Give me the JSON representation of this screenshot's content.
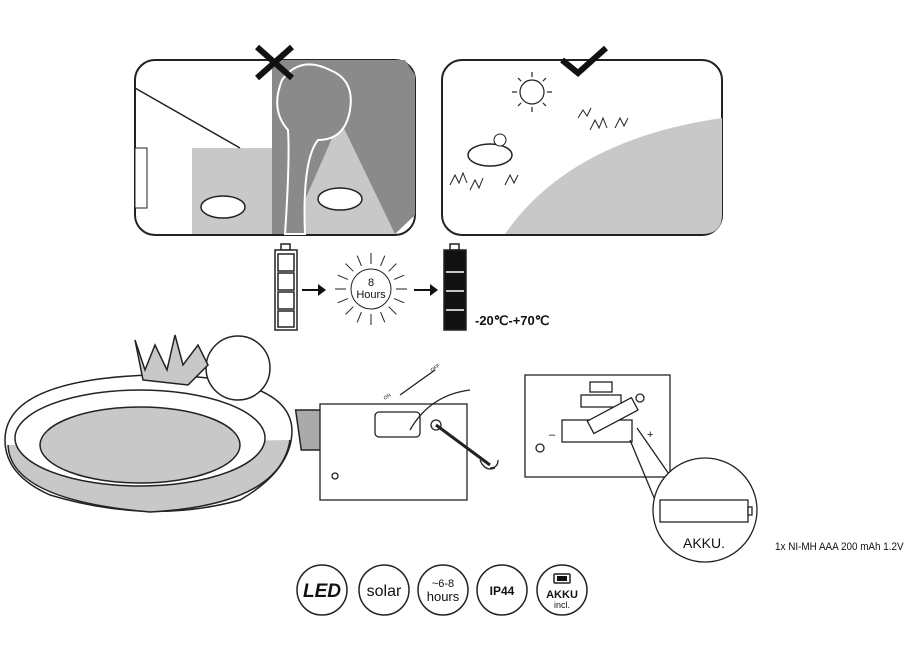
{
  "charging": {
    "hours_number": "8",
    "hours_label": "Hours",
    "temperature_range": "-20℃-+70℃"
  },
  "switch": {
    "on_label": "ON",
    "off_label": "OFF"
  },
  "battery": {
    "label": "AKKU.",
    "spec": "1x NI-MH AAA 200 mAh 1.2V",
    "minus": "–",
    "plus": "+"
  },
  "badges": [
    {
      "line1": "LED"
    },
    {
      "line1": "solar"
    },
    {
      "line1": "~6-8",
      "line2": "hours"
    },
    {
      "line1": "IP44"
    },
    {
      "line1": "AKKU",
      "line2": "incl."
    }
  ],
  "colors": {
    "shade": "#c8c8c8",
    "dark": "#8a8a8a",
    "line": "#222222"
  }
}
